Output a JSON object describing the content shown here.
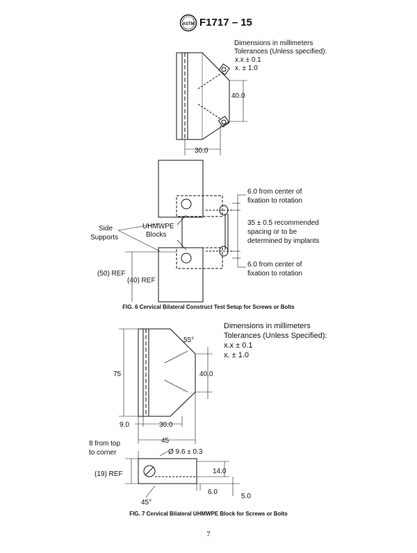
{
  "header": {
    "logo": "ASTM",
    "doc_id": "F1717 – 15"
  },
  "fig6": {
    "top_notes": {
      "line1": "Dimensions in millimeters",
      "line2": "Tolerances (Unless specified):",
      "line3": "x.x ± 0.1",
      "line4": "x. ± 1.0"
    },
    "dim_40": "40.0",
    "dim_30": "30.0",
    "label_6a_1": "6.0 from center of",
    "label_6a_2": "fixation to rotation",
    "label_35_1": "35 ± 0.5 recommended",
    "label_35_2": "spacing or to be",
    "label_35_3": "determined by implants",
    "label_6b_1": "6.0 from center of",
    "label_6b_2": "fixation to rotation",
    "side_supports_1": "Side",
    "side_supports_2": "Supports",
    "uhmwpe_1": "UHMWPE",
    "uhmwpe_2": "Blocks",
    "ref_50": "(50) REF",
    "ref_40": "(40) REF",
    "caption": "FIG. 6 Cervical Bilateral Construct Test Setup for Screws or Bolts"
  },
  "fig7": {
    "notes": {
      "line1": "Dimensions in millimeters",
      "line2": "Tolerances (Unless Specified):",
      "line3": "x.x ± 0.1",
      "line4": "x. ± 1.0"
    },
    "angle_55": "55°",
    "dim_75": "75",
    "dim_40": "40.0",
    "dim_9": "9.0",
    "dim_30": "30.0",
    "dim_45": "45",
    "top_corner_1": "8 from top",
    "top_corner_2": "to corner",
    "diameter": "Ø 9.6 ± 0.3",
    "ref_19": "(19) REF",
    "dim_14": "14.0",
    "dim_6": "6.0",
    "dim_5": "5.0",
    "angle_45": "45°",
    "caption": "FIG. 7 Cervical Bilateral UHMWPE Block for Screws or Bolts"
  },
  "page_number": "7"
}
